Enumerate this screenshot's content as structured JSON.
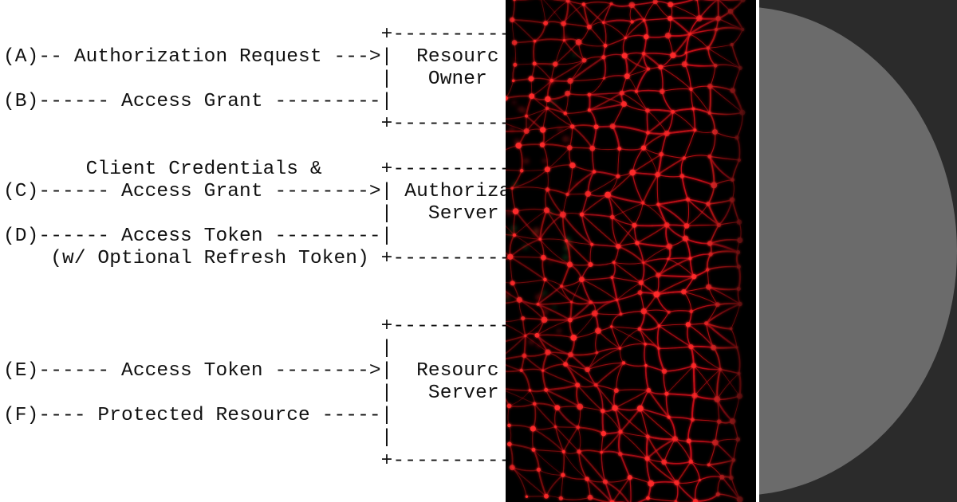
{
  "diagram": {
    "lines": [
      "                                +----------",
      "(A)-- Authorization Request --->|  Resourc",
      "                                |   Owner",
      "(B)------ Access Grant ---------|",
      "                                +----------",
      "",
      "       Client Credentials &     +----------",
      "(C)------ Access Grant -------->| Authoriza",
      "                                |   Server",
      "(D)------ Access Token ---------|",
      "    (w/ Optional Refresh Token) +----------",
      "",
      "",
      "                                +----------",
      "                                |",
      "(E)------ Access Token -------->|  Resourc",
      "                                |   Server",
      "(F)---- Protected Resource -----|",
      "                                |",
      "                                +----------"
    ]
  },
  "colors": {
    "network_background": "#000000",
    "network_strands": "#e0141a",
    "network_nodes": "#ff2a2a",
    "network_accent_green": "#1f8a3a",
    "logo_panel": "#2b2b2b",
    "logo_disc": "#6b6b6b"
  },
  "icons": {
    "network_image": "red-network-mesh-image",
    "logo": "grey-half-circle-logo"
  }
}
